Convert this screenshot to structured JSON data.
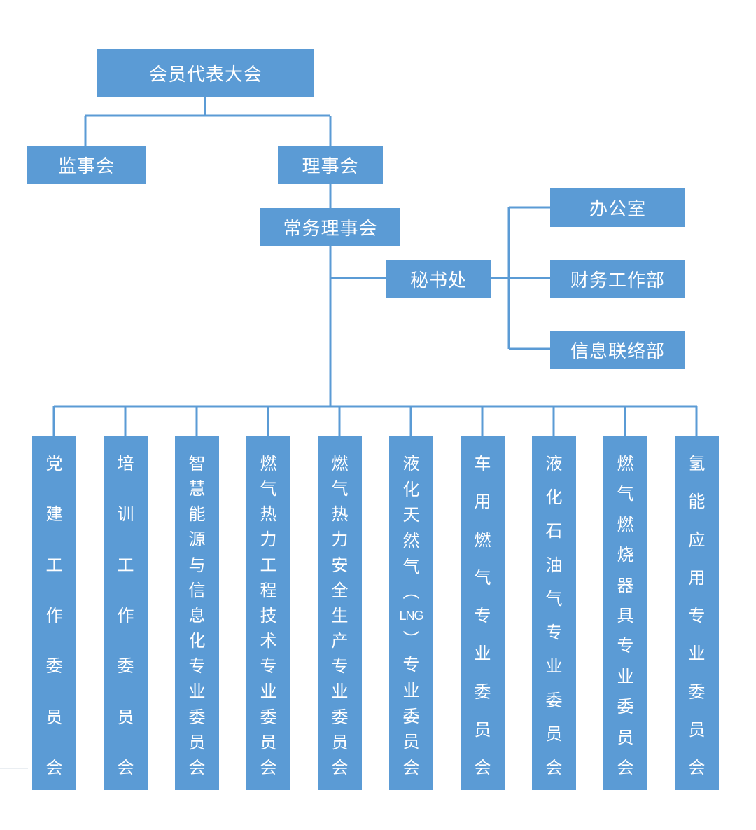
{
  "nodes": {
    "congress": "会员代表大会",
    "supervisory": "监事会",
    "council": "理事会",
    "standing_council": "常务理事会",
    "secretariat": "秘书处",
    "office": "办公室",
    "finance": "财务工作部",
    "info_liaison": "信息联络部"
  },
  "committees": [
    "党建工作委员会",
    "培训工作委员会",
    "智慧能源与信息化专业委员会",
    "燃气热力工程技术专业委员会",
    "燃气热力安全生产专业委员会",
    "液化天然气(LNG)专业委员会",
    "车用燃气专业委员会",
    "液化石油气专业委员会",
    "燃气燃烧器具专业委员会",
    "氢能应用专业委员会"
  ],
  "colors": {
    "box": "#5b9bd5",
    "line": "#5b9bd5",
    "text": "#ffffff"
  }
}
